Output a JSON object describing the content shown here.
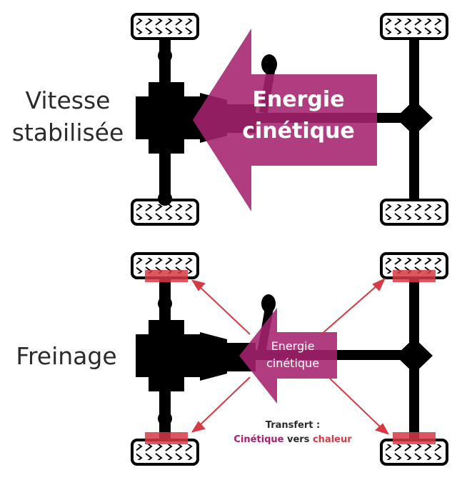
{
  "top": {
    "label_line1": "Vitesse",
    "label_line2": "stabilisée",
    "energy_line1": "Energie",
    "energy_line2": "cinétique"
  },
  "bottom": {
    "label": "Freinage",
    "energy_line1": "Energie",
    "energy_line2": "cinétique",
    "transfer_title": "Transfert :",
    "transfer_from": "Cinétique",
    "transfer_mid": "vers",
    "transfer_to": "chaleur"
  },
  "colors": {
    "energy": "#a6226f",
    "heat": "#d63a44",
    "chassis": "#000000"
  }
}
